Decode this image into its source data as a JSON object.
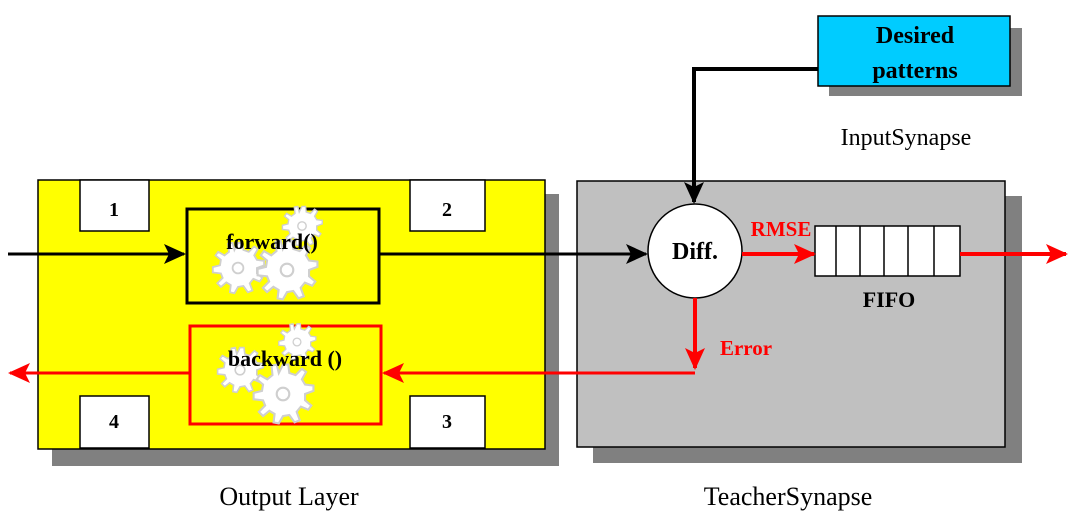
{
  "desired_patterns": {
    "line1": "Desired",
    "line2": "patterns"
  },
  "input_synapse_label": "InputSynapse",
  "output_layer": {
    "caption": "Output Layer",
    "corner_labels": [
      "1",
      "2",
      "3",
      "4"
    ],
    "forward_label": "forward()",
    "backward_label": "backward ()"
  },
  "teacher_synapse": {
    "caption": "TeacherSynapse",
    "diff_label": "Diff.",
    "rmse_label": "RMSE",
    "error_label": "Error",
    "fifo_label": "FIFO",
    "fifo_cells": 6
  },
  "colors": {
    "output_layer_fill": "#ffff00",
    "teacher_fill": "#c0c0c0",
    "desired_fill": "#00ccff",
    "error_path": "#ff0000",
    "forward_path": "#000000",
    "shadow": "#808080"
  },
  "icons": {
    "gears": "gear-icon"
  }
}
